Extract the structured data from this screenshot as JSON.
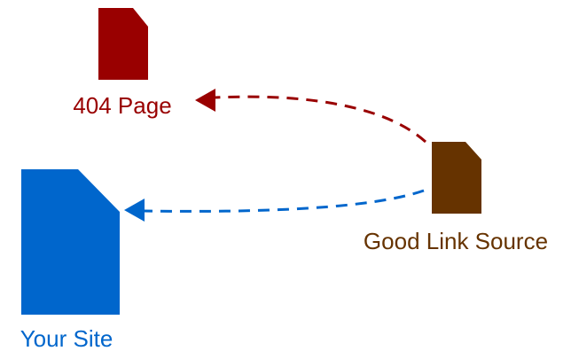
{
  "nodes": {
    "page_404": {
      "label": "404 Page",
      "color": "#990000"
    },
    "your_site": {
      "label": "Your Site",
      "color": "#0066CC"
    },
    "good_link_source": {
      "label": "Good Link Source",
      "color": "#663300"
    }
  },
  "edges": [
    {
      "from": "good_link_source",
      "to": "page_404",
      "style": "dashed",
      "color": "#990000"
    },
    {
      "from": "good_link_source",
      "to": "your_site",
      "style": "dashed",
      "color": "#0066CC"
    }
  ]
}
